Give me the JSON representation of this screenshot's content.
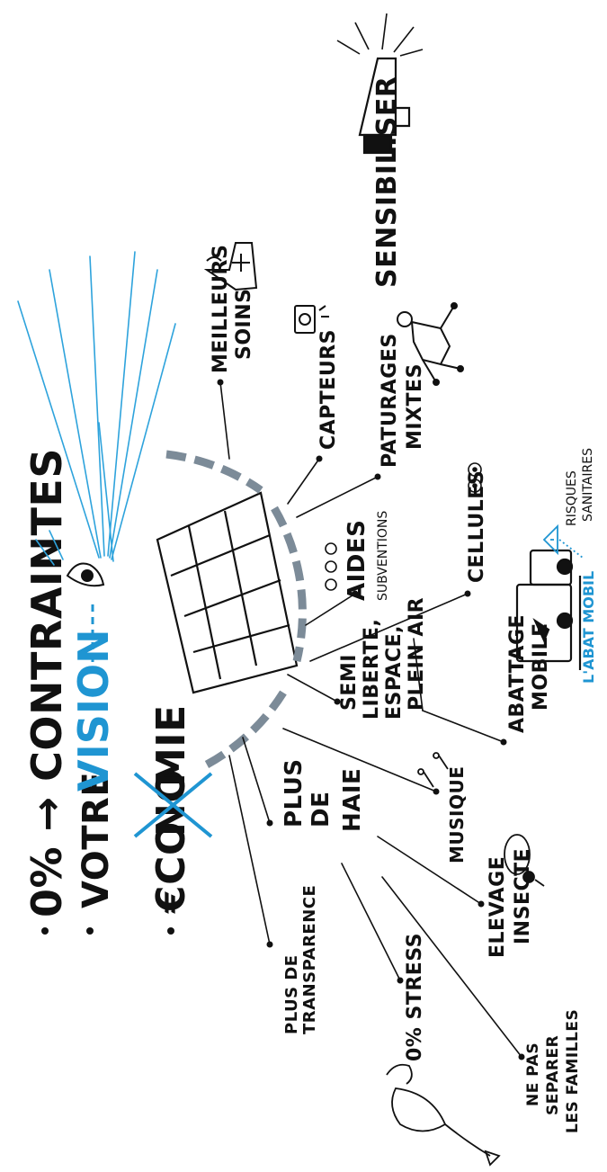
{
  "header": {
    "line1": "0% → CONTRAINTES",
    "line2_prefix": "VOTRE",
    "line2_highlight": "VISION",
    "line3_prefix": "€CO",
    "line3_struck": "NO",
    "line3_suffix": "MIE"
  },
  "branches": {
    "meilleurs_soins": [
      "MEILLEURS",
      "SOINS"
    ],
    "capteurs": "CAPTEURS",
    "paturages": [
      "PATURAGES",
      "MIXTES"
    ],
    "cellules": "CELLULES",
    "aides": [
      "AIDES",
      "SUBVENTIONS"
    ],
    "semi_liberte": [
      "SEMI",
      "LIBERTE,",
      "ESPACE,",
      "PLEIN AIR"
    ],
    "abattage": [
      "ABATTAGE",
      "MOBILE"
    ],
    "abat_mobil": "L'ABAT MOBIL",
    "risques": [
      "RISQUES",
      "SANITAIRES"
    ],
    "plus_de_haie": [
      "PLUS",
      "DE",
      "HAIE"
    ],
    "musique": "MUSIQUE",
    "elevage_insecte": [
      "ELEVAGE",
      "INSECTE"
    ],
    "plus_transparence": [
      "PLUS DE",
      "TRANSPARENCE"
    ],
    "stress": "0% STRESS",
    "familles": [
      "NE PAS",
      "SEPARER",
      "LES FAMILLES"
    ],
    "sensibiliser": "SENSIBILISER"
  },
  "colors": {
    "ink": "#111111",
    "accent_blue": "#1f95d2",
    "arc_gray": "#7c8b98"
  },
  "icons": [
    "eye-icon",
    "barn-icon",
    "megaphone-icon",
    "thumb-up-icon",
    "camera-icon",
    "molecule-icon",
    "truck-icon",
    "warning-icon",
    "bird-icon",
    "music-note-icon",
    "coin-icon",
    "cells-icon",
    "insect-icon"
  ]
}
